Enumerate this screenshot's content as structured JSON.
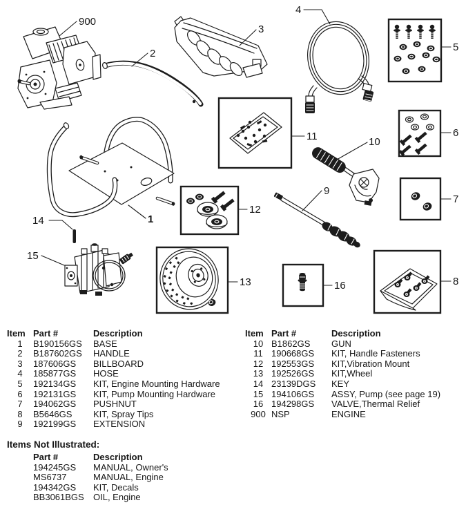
{
  "colors": {
    "ink": "#1c1c1c",
    "background": "#ffffff"
  },
  "diagram": {
    "callouts": {
      "base": {
        "label": "1"
      },
      "handle": {
        "label": "2"
      },
      "billboard": {
        "label": "3"
      },
      "hose": {
        "label": "4"
      },
      "engine_mount_kit": {
        "label": "5"
      },
      "pump_mount_kit": {
        "label": "6"
      },
      "pushnut_kit": {
        "label": "7"
      },
      "spray_tips_kit": {
        "label": "8"
      },
      "extension": {
        "label": "9"
      },
      "gun": {
        "label": "10"
      },
      "handle_fastener_kit": {
        "label": "11"
      },
      "vibration_mount_kit": {
        "label": "12"
      },
      "wheel_kit": {
        "label": "13"
      },
      "key": {
        "label": "14"
      },
      "pump": {
        "label": "15"
      },
      "thermal_relief_valve": {
        "label": "16"
      },
      "engine": {
        "label": "900"
      }
    }
  },
  "parts_table": {
    "headers": [
      "Item",
      "Part #",
      "Description"
    ],
    "left_rows": [
      {
        "item": "1",
        "part": "B190156GS",
        "desc": "BASE"
      },
      {
        "item": "2",
        "part": "B187602GS",
        "desc": "HANDLE"
      },
      {
        "item": "3",
        "part": "187606GS",
        "desc": "BILLBOARD"
      },
      {
        "item": "4",
        "part": "185877GS",
        "desc": "HOSE"
      },
      {
        "item": "5",
        "part": "192134GS",
        "desc": "KIT, Engine Mounting Hardware"
      },
      {
        "item": "6",
        "part": "192131GS",
        "desc": "KIT, Pump Mounting Hardware"
      },
      {
        "item": "7",
        "part": "194062GS",
        "desc": "PUSHNUT"
      },
      {
        "item": "8",
        "part": "B5646GS",
        "desc": "KIT, Spray Tips"
      },
      {
        "item": "9",
        "part": "192199GS",
        "desc": "EXTENSION"
      }
    ],
    "right_rows": [
      {
        "item": "10",
        "part": "B1862GS",
        "desc": "GUN"
      },
      {
        "item": "11",
        "part": "190668GS",
        "desc": "KIT, Handle Fasteners"
      },
      {
        "item": "12",
        "part": "192553GS",
        "desc": "KIT,Vibration Mount"
      },
      {
        "item": "13",
        "part": "192526GS",
        "desc": "KIT,Wheel"
      },
      {
        "item": "14",
        "part": "23139DGS",
        "desc": "KEY"
      },
      {
        "item": "15",
        "part": "194106GS",
        "desc": "ASSY, Pump (see page 19)"
      },
      {
        "item": "16",
        "part": "194298GS",
        "desc": "VALVE,Thermal Relief"
      },
      {
        "item": "900",
        "part": "NSP",
        "desc": "ENGINE"
      }
    ]
  },
  "not_illustrated": {
    "title": "Items Not Illustrated:",
    "headers": [
      "Part #",
      "Description"
    ],
    "rows": [
      {
        "part": "194245GS",
        "desc": "MANUAL, Owner's"
      },
      {
        "part": "MS6737",
        "desc": "MANUAL, Engine"
      },
      {
        "part": "194342GS",
        "desc": "KIT, Decals"
      },
      {
        "part": "BB3061BGS",
        "desc": "OIL, Engine"
      }
    ]
  }
}
